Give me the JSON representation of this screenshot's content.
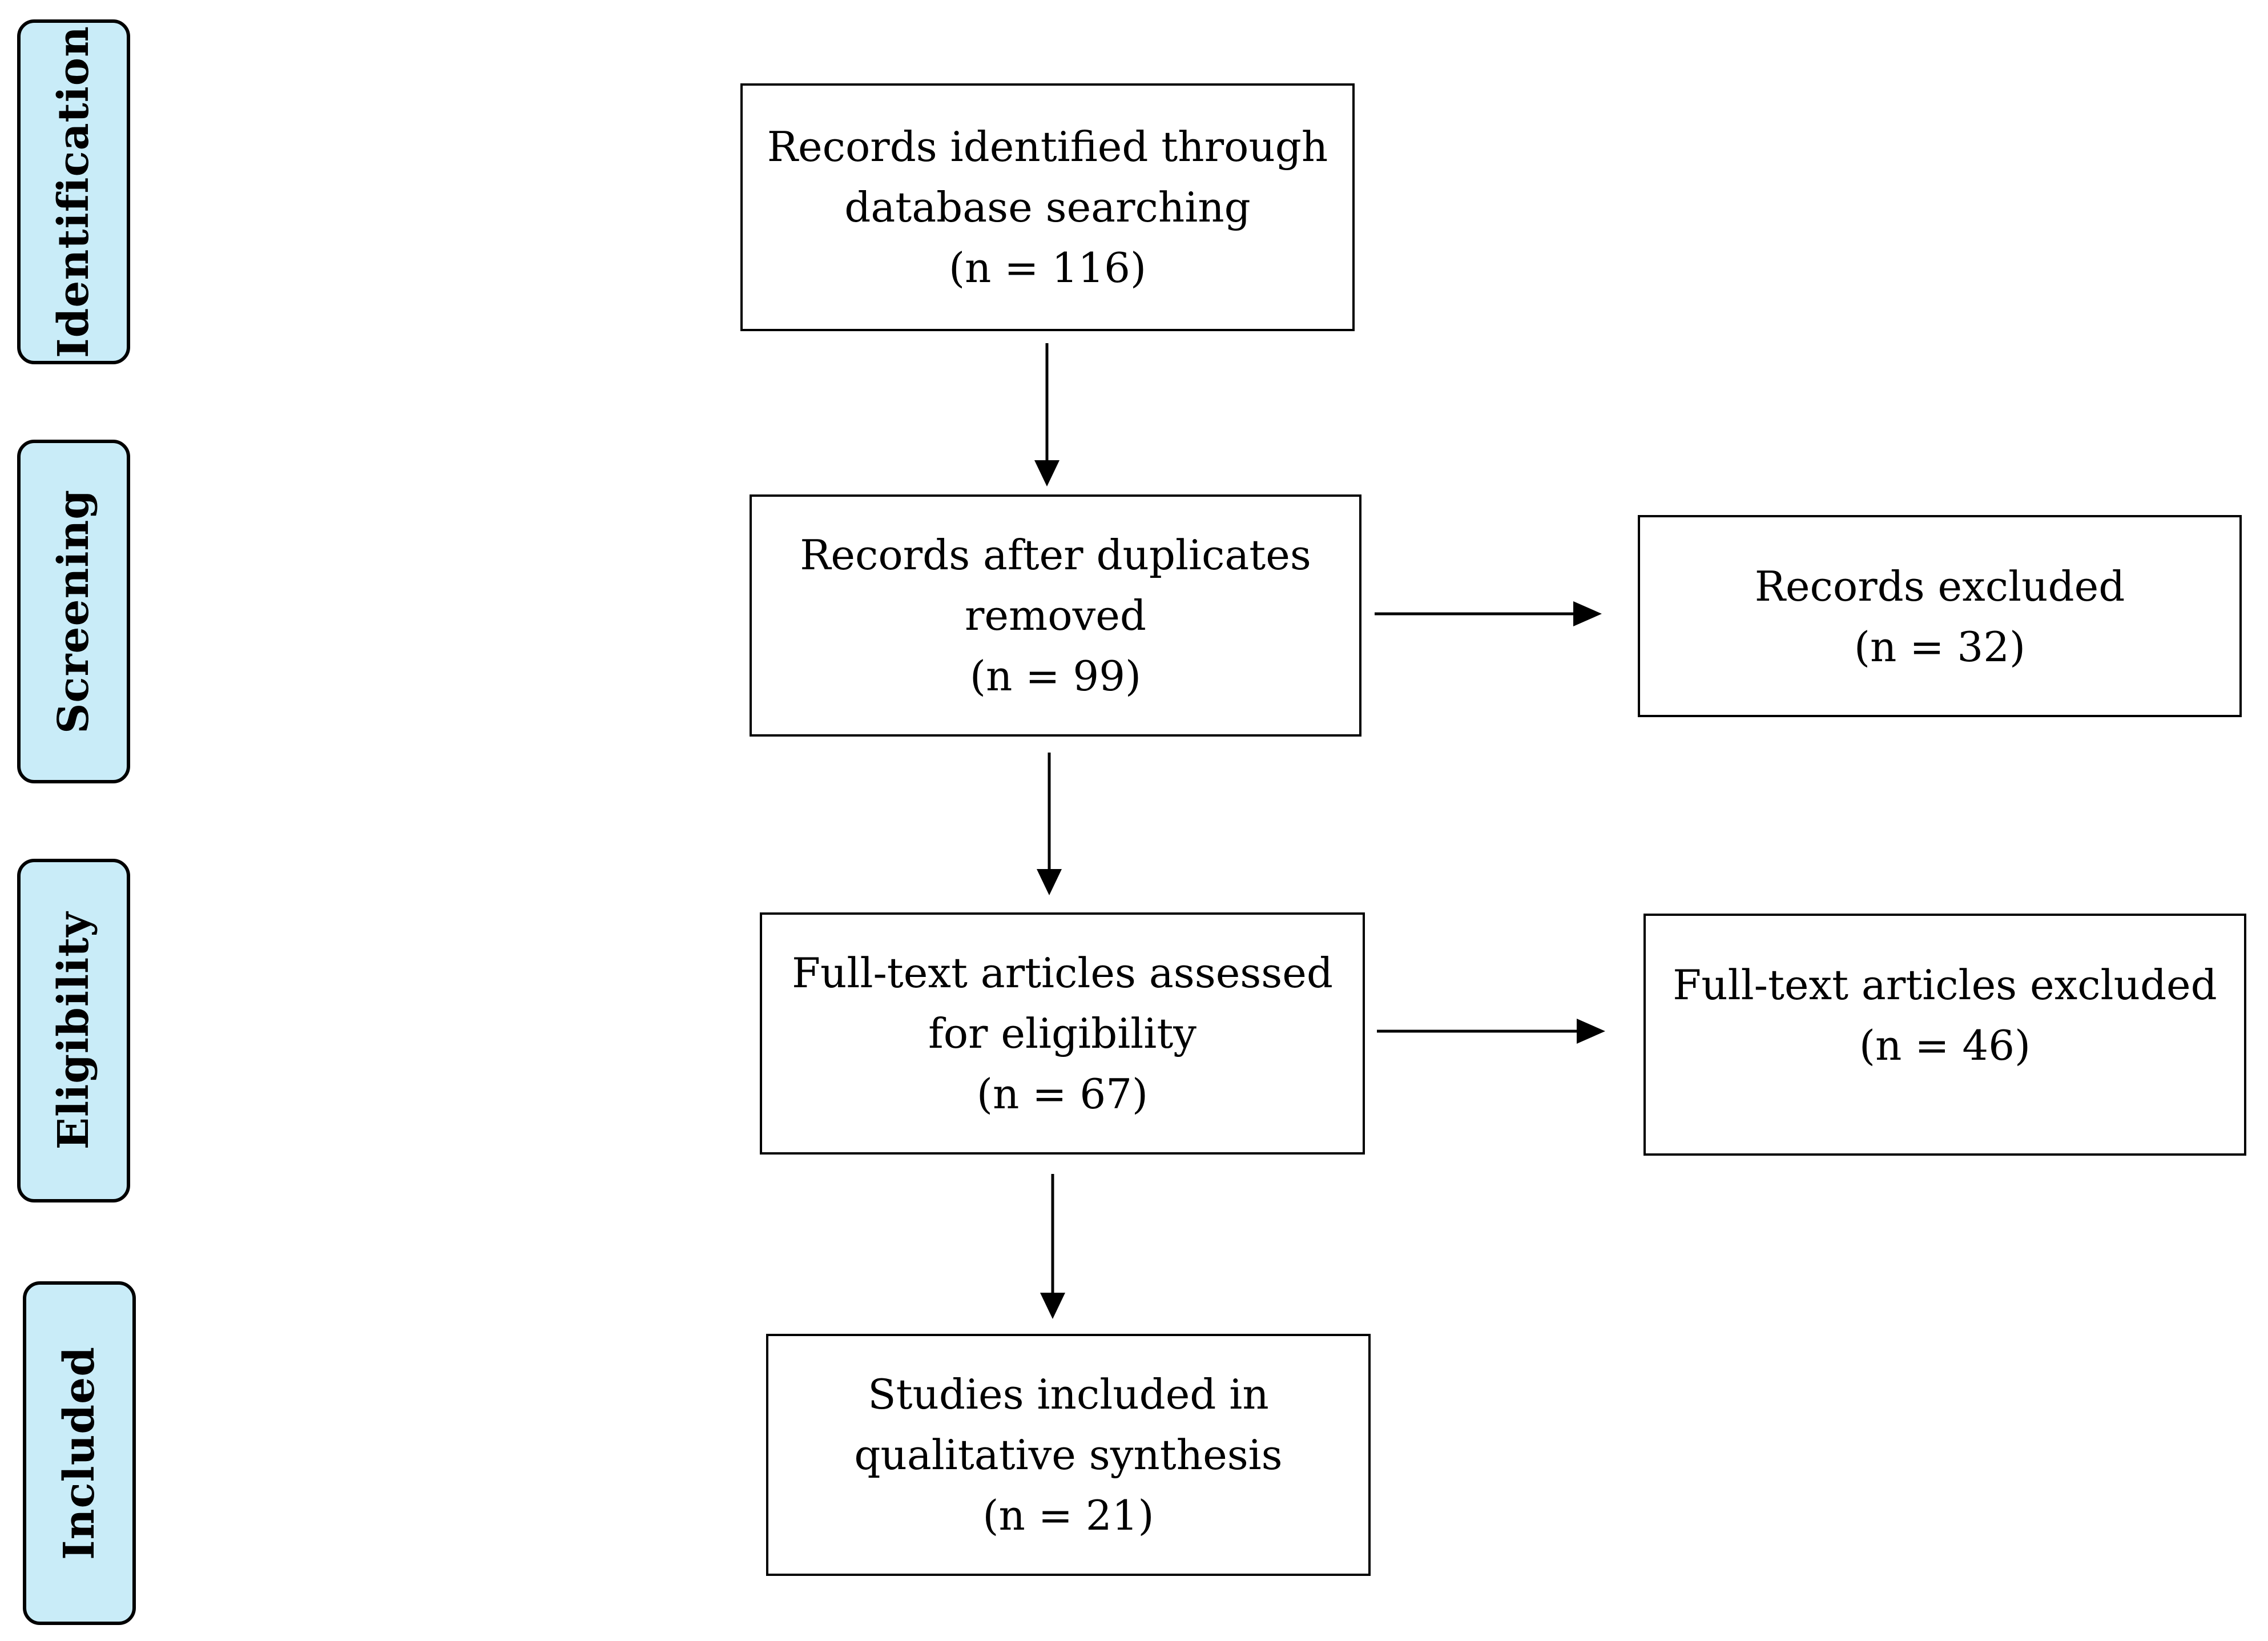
{
  "stages": {
    "identification": "Identification",
    "screening": "Screening",
    "eligibility": "Eligibility",
    "included": "Included"
  },
  "boxes": {
    "identified": {
      "line1": "Records identified through",
      "line2": "database searching",
      "count": "(n = 116)"
    },
    "after_duplicates": {
      "line1": "Records after duplicates",
      "line2": "removed",
      "count": "(n = 99)"
    },
    "records_excluded": {
      "line1": "Records excluded",
      "count": "(n = 32)"
    },
    "full_text_assessed": {
      "line1": "Full-text articles assessed",
      "line2": "for eligibility",
      "count": "(n = 67)"
    },
    "full_text_excluded": {
      "line1": "Full-text articles excluded",
      "count": "(n = 46)"
    },
    "included": {
      "line1": "Studies included in",
      "line2": "qualitative synthesis",
      "count": "(n = 21)"
    }
  },
  "colors": {
    "stage_fill": "#c9ecf8",
    "stroke": "#000000"
  }
}
